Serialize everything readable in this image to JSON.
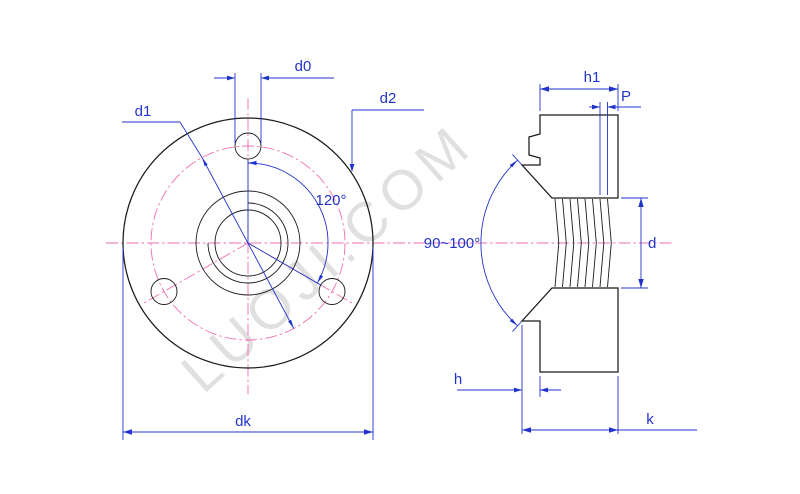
{
  "watermark": "LUOJI.COM",
  "front_view": {
    "dim_d0": "d0",
    "dim_d2": "d2",
    "dim_d1": "d1",
    "dim_angle": "120°",
    "dim_dk": "dk"
  },
  "section_view": {
    "dim_h1": "h1",
    "dim_p": "P",
    "dim_angle": "90~100°",
    "dim_d": "d",
    "dim_h": "h",
    "dim_k": "k"
  },
  "colors": {
    "dimension_blue": "#2233cc",
    "centerline_pink": "#f06eb4",
    "outline_black": "#1a1a1a",
    "watermark_gray": "#d9d9d9"
  }
}
